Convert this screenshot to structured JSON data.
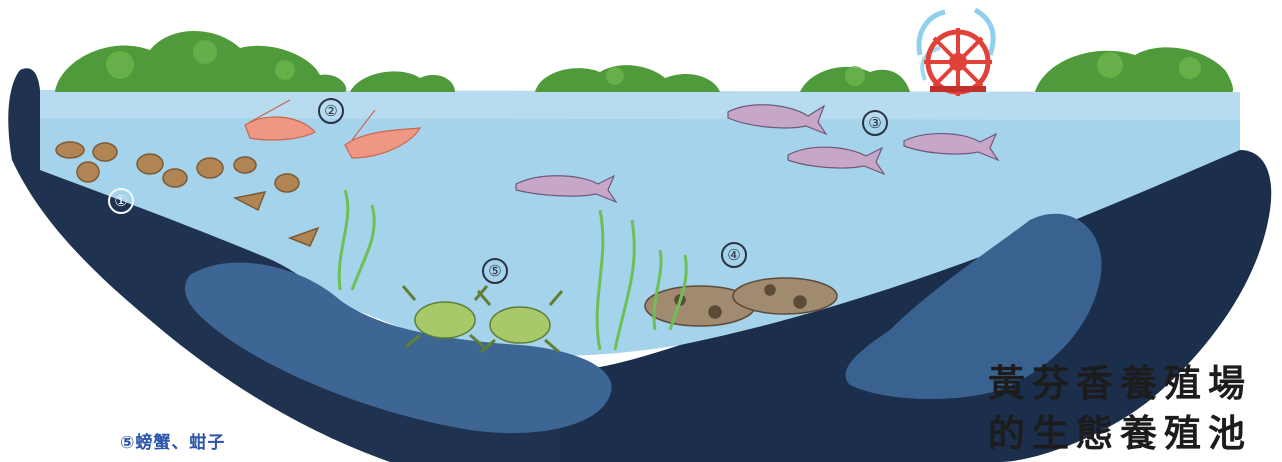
{
  "markers": {
    "m1": "①",
    "m2": "②",
    "m3": "③",
    "m4": "④",
    "m5": "⑤"
  },
  "caption": "⑤螃蟹、蚶子",
  "title": {
    "line1": "黃芬香養殖場",
    "line2": "的生態養殖池"
  }
}
